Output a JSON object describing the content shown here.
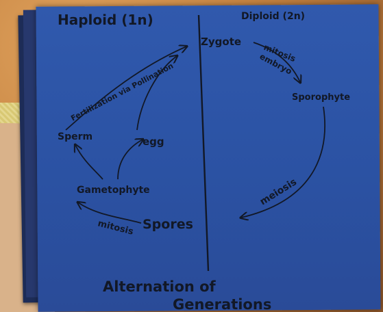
{
  "headers": {
    "haploid": "Haploid (1n)",
    "diploid": "Diploid (2n)"
  },
  "nodes": {
    "zygote": "Zygote",
    "sporophyte": "Sporophyte",
    "gametophyte": "Gametophyte",
    "spores": "Spores",
    "sperm": "Sperm",
    "egg": "egg"
  },
  "labels": {
    "fertilization": "Fertilization via Pollination",
    "mitosis_top": "mitosis",
    "embryo": "embryo",
    "meiosis": "meiosis",
    "mitosis_bottom": "mitosis"
  },
  "title": {
    "line1": "Alternation of",
    "line2": "Generations"
  },
  "colors": {
    "board": "#2f57aa",
    "ink": "#121826"
  }
}
